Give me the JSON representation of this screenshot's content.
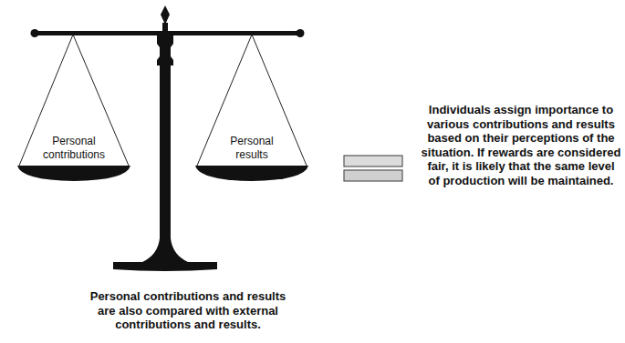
{
  "diagram": {
    "nodes": [
      {
        "text": [
          "Personal contributions"
        ]
      },
      {
        "text": [
          "Personal results"
        ]
      }
    ],
    "labels": [
      "Individuals assign importance to various contributions and results based on their perceptions of the situation. If rewards are considered fair, it is likely that the same level of production will be maintained.",
      "Personal contributions and results are also compared with external contributions and results."
    ]
  }
}
